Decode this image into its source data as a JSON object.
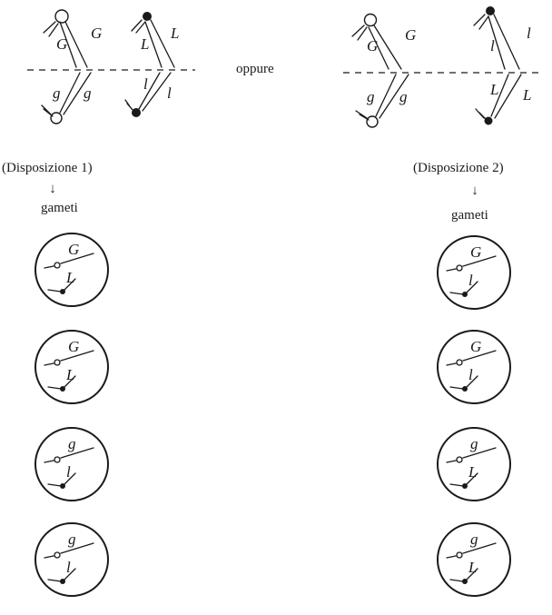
{
  "top": {
    "left": {
      "upper_left_pair": [
        "G",
        "G"
      ],
      "upper_right_pair": [
        "L",
        "L"
      ],
      "lower_left_pair": [
        "g",
        "g"
      ],
      "lower_right_pair": [
        "l",
        "l"
      ]
    },
    "connector": "oppure",
    "right": {
      "upper_left_pair": [
        "G",
        "G"
      ],
      "upper_right_pair": [
        "l",
        "l"
      ],
      "lower_left_pair": [
        "g",
        "g"
      ],
      "lower_right_pair": [
        "L",
        "L"
      ]
    }
  },
  "arrangement_1": {
    "caption": "(Disposizione 1)",
    "arrow": "↓",
    "gametes_label": "gameti",
    "gametes": [
      {
        "upper": "G",
        "lower": "L"
      },
      {
        "upper": "G",
        "lower": "L"
      },
      {
        "upper": "g",
        "lower": "l"
      },
      {
        "upper": "g",
        "lower": "l"
      }
    ]
  },
  "arrangement_2": {
    "caption": "(Disposizione 2)",
    "arrow": "↓",
    "gametes_label": "gameti",
    "gametes": [
      {
        "upper": "G",
        "lower": "l"
      },
      {
        "upper": "G",
        "lower": "l"
      },
      {
        "upper": "g",
        "lower": "L"
      },
      {
        "upper": "g",
        "lower": "L"
      }
    ]
  }
}
